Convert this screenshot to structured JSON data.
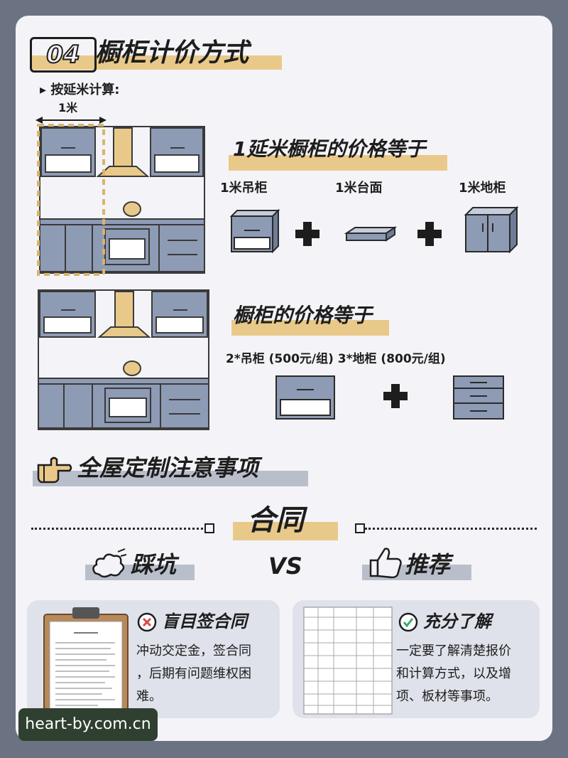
{
  "section": {
    "num": "04",
    "title": "橱柜计价方式"
  },
  "method_label": "按延米计算:",
  "width_label": "1米",
  "eq1": {
    "title": "1延米橱柜的价格等于",
    "items": [
      "1米吊柜",
      "1米台面",
      "1米地柜"
    ]
  },
  "eq2": {
    "title": "橱柜的价格等于",
    "formula": "2*吊柜 (500元/组) 3*地柜 (800元/组)"
  },
  "notice": {
    "title": "全屋定制注意事项"
  },
  "contract": {
    "title": "合同",
    "pit": "踩坑",
    "vs": "VS",
    "recommend": "推荐"
  },
  "cards": [
    {
      "heading": "盲目签合同",
      "body_lines": [
        "冲动交定金，签合同",
        "，后期有问题维权困",
        "难。"
      ]
    },
    {
      "heading": "充分了解",
      "body_lines": [
        "一定要了解清楚报价",
        "和计算方式，以及增",
        "项、板材等事项。"
      ]
    }
  ],
  "watermark": "heart-by.com.cn",
  "colors": {
    "accent": "#e9c98a",
    "cabinet": "#8e9bb5",
    "page": "#6b7382",
    "card": "#f4f4f8"
  }
}
